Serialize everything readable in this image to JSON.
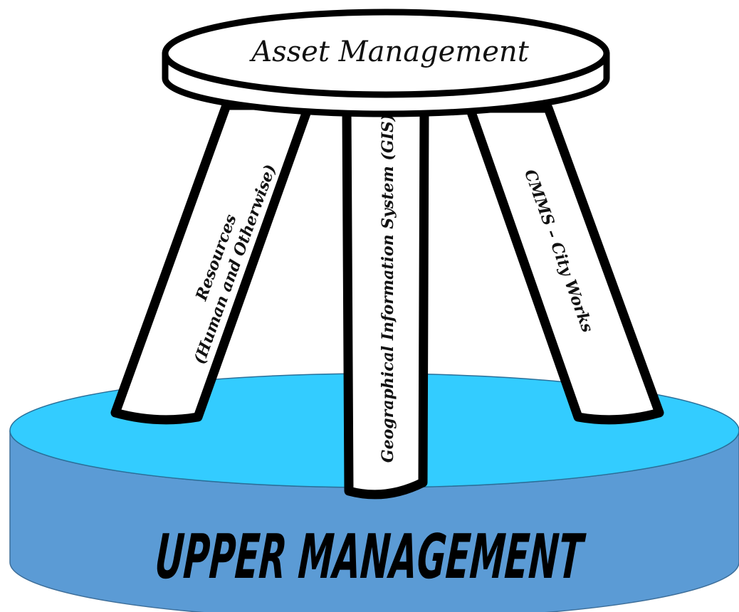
{
  "seat": {
    "label": "Asset Management"
  },
  "legs": {
    "left": {
      "line1": "Resources",
      "line2": "(Human and Otherwise)"
    },
    "middle": {
      "label": "Geographical Information System (GIS)"
    },
    "right": {
      "label": "CMMS – City Works"
    }
  },
  "base": {
    "label": "UPPER MANAGEMENT"
  },
  "colors": {
    "platform_top": "#33ccff",
    "platform_side": "#5b9bd5",
    "outline": "#000000",
    "stool_fill": "#ffffff"
  }
}
